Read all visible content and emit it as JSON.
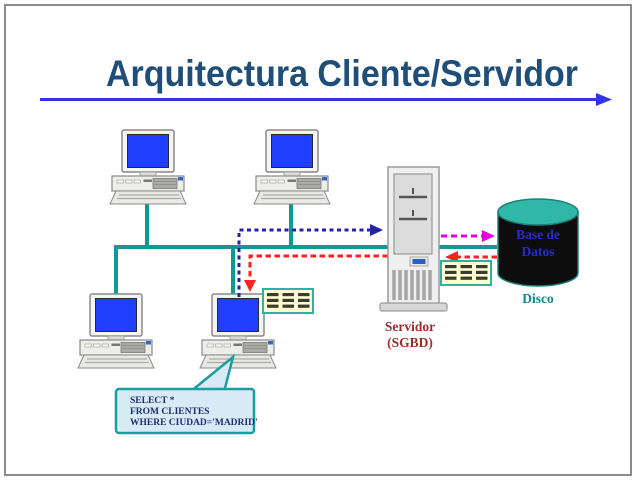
{
  "slide_title": "Arquitectura Cliente/Servidor",
  "labels": {
    "server_line1": "Servidor",
    "server_line2": "(SGBD)",
    "database_line1": "Base de",
    "database_line2": "Datos",
    "disk": "Disco"
  },
  "sql_callout": {
    "line1": "SELECT *",
    "line2": "FROM CLIENTES",
    "line3": "WHERE CIUDAD='MADRID'"
  },
  "icons": {
    "client_computer": "desktop-computer-icon",
    "server": "tower-server-icon",
    "database": "disk-cylinder-icon",
    "result_table": "data-table-icon",
    "title_underline": "arrow-right-icon"
  },
  "colors": {
    "title_text": "#1F4E79",
    "title_underline": "#3333EE",
    "network_line": "#0E9898",
    "client_query_arrow": "#2222A8",
    "server_disk_query_arrow": "#E100E1",
    "response_arrow": "#FF2222",
    "server_label_text": "#9E2B2B",
    "database_top": "#2FB7A8",
    "database_body": "#0D0D0D",
    "database_label_text": "#2A2ACF",
    "disk_label_text": "#0E8B8B",
    "callout_fill": "#D9EAF7",
    "callout_border": "#1A9E9E",
    "sql_text": "#1C2F6E",
    "screen_blue": "#2040FF",
    "table_icon_fill": "#FFFFD6",
    "table_icon_border": "#2FB0A0",
    "frame_border": "#8C8C8C"
  }
}
